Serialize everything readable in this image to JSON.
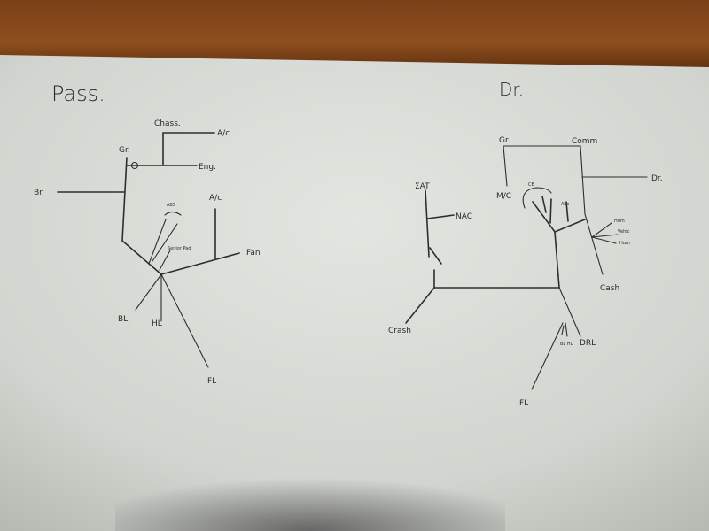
{
  "pass_tree": {
    "title": "Pass.",
    "labels": {
      "gr": "Gr.",
      "chass": "Chass.",
      "ac_top": "A/c",
      "eng": "Eng.",
      "br": "Br.",
      "abs": "ABS",
      "senior_pad": "Senior Pad",
      "ac_mid": "A/c",
      "fan": "Fan",
      "bl": "BL",
      "hl": "HL",
      "fl": "FL"
    }
  },
  "dr_tree": {
    "title": "Dr.",
    "labels": {
      "gr": "Gr.",
      "comm": "Comm",
      "dr": "Dr.",
      "mc": "M/C",
      "cb": "CB",
      "abs": "Abs",
      "hum1": "Hum",
      "vehic": "Vehic",
      "hum2": "Hum",
      "cash_right": "Cash",
      "eat": "ΣAT",
      "nac": "NAC",
      "crash": "Crash",
      "bl_hl": "BL HL",
      "drl": "DRL",
      "fl": "FL"
    }
  },
  "colors": {
    "wood": "#6b3714",
    "paper": "#d9dcd6",
    "ink": "#2e2e2e"
  }
}
